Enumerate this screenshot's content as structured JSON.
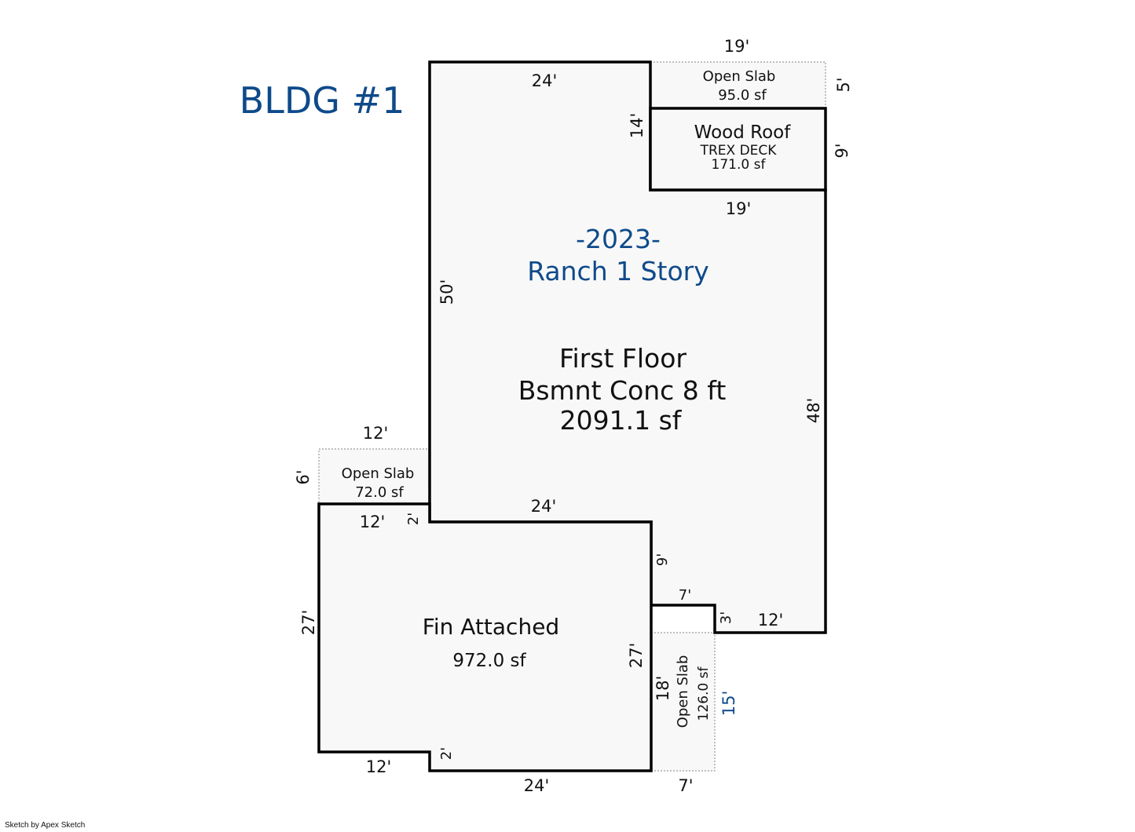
{
  "building_title": "BLDG #1",
  "main": {
    "year": "-2023-",
    "style": "Ranch 1 Story",
    "floor": "First Floor",
    "basement": "Bsmnt Conc 8 ft",
    "area": "2091.1 sf"
  },
  "wood_roof": {
    "title": "Wood Roof",
    "note": "TREX DECK",
    "area": "171.0 sf"
  },
  "open_slab_top": {
    "title": "Open Slab",
    "area": "95.0 sf"
  },
  "open_slab_left": {
    "title": "Open Slab",
    "area": "72.0 sf"
  },
  "open_slab_right": {
    "title": "Open Slab",
    "area": "126.0 sf"
  },
  "fin_attached": {
    "title": "Fin Attached",
    "area": "972.0 sf"
  },
  "dimensions": {
    "top_slab_width": "19'",
    "main_top": "24'",
    "top_slab_height": "5'",
    "deck_left": "14'",
    "deck_right": "9'",
    "deck_bottom": "19'",
    "main_left": "50'",
    "main_right": "48'",
    "left_slab_width": "12'",
    "left_slab_height": "6'",
    "garage_top_left": "12'",
    "garage_step": "2'",
    "main_bottom": "24'",
    "garage_right_upper": "9'",
    "notch_width": "7'",
    "notch_height": "3'",
    "notch_bottom": "12'",
    "garage_left": "27'",
    "garage_right": "27'",
    "slab_right_inner": "18'",
    "slab_right_outer": "15'",
    "garage_bottom_step": "2'",
    "garage_bottom_left": "12'",
    "garage_bottom": "24'",
    "slab_right_bottom": "7'"
  },
  "footer": "Sketch by Apex Sketch"
}
